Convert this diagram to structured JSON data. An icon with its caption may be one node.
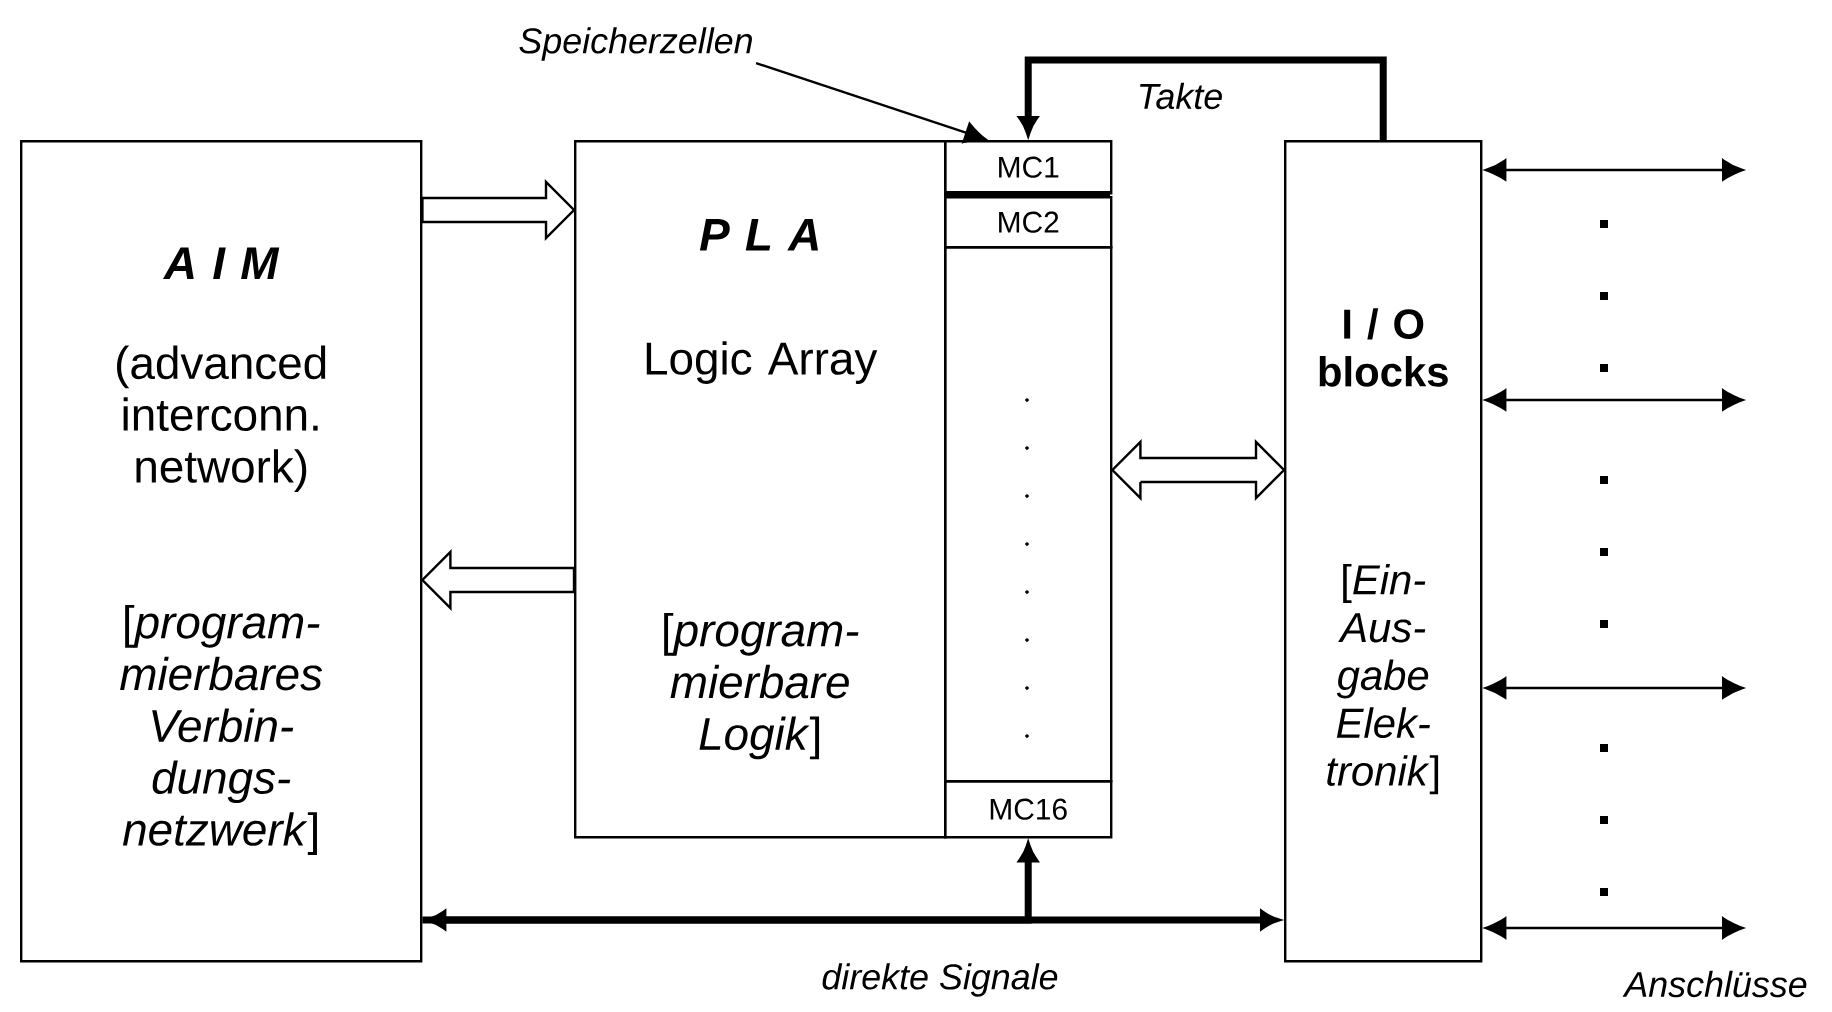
{
  "diagram": {
    "nodes": [
      {
        "text": [
          "A I M",
          "(advanced interconn. network)",
          "[*program-mierbares Verbin-dungs-netzwerk*]"
        ]
      },
      {
        "text": [
          "P L A",
          "Logic Array",
          "[*program-mierbare Logik*]"
        ]
      },
      {
        "text": [
          "MC1"
        ]
      },
      {
        "text": [
          "MC2"
        ]
      },
      {
        "text": [],
        "shape": "box"
      },
      {
        "text": [
          "MC16"
        ]
      },
      {
        "text": [
          "I / O blocks",
          "[*Ein-Aus-gabe Elek-tronik*]"
        ]
      },
      {
        "text": [
          "Speicherzellen"
        ]
      }
    ],
    "edges": [
      {
        "from": 0,
        "to": 1,
        "arrow": "to",
        "style": "thick"
      },
      {
        "from": 1,
        "to": 0,
        "arrow": "to",
        "style": "thick"
      },
      {
        "from": 4,
        "to": 6,
        "arrow": "both",
        "style": "thick"
      },
      {
        "from": 0,
        "to": 6,
        "arrow": "both",
        "style": "thick",
        "label": "direkte Signale"
      },
      {
        "from": 0,
        "to": 5,
        "arrow": "to",
        "style": "thick"
      },
      {
        "from": 6,
        "to": 2,
        "arrow": "to",
        "style": "thick",
        "label": "Takte"
      },
      {
        "from": 7,
        "to": 2,
        "arrow": "to"
      },
      {
        "from": 6,
        "to": null,
        "arrow": "both"
      },
      {
        "from": 6,
        "to": null,
        "arrow": "both"
      },
      {
        "from": 6,
        "to": null,
        "arrow": "both"
      },
      {
        "from": 6,
        "to": null,
        "arrow": "both"
      }
    ],
    "labels": [
      "Anschlüsse"
    ]
  }
}
